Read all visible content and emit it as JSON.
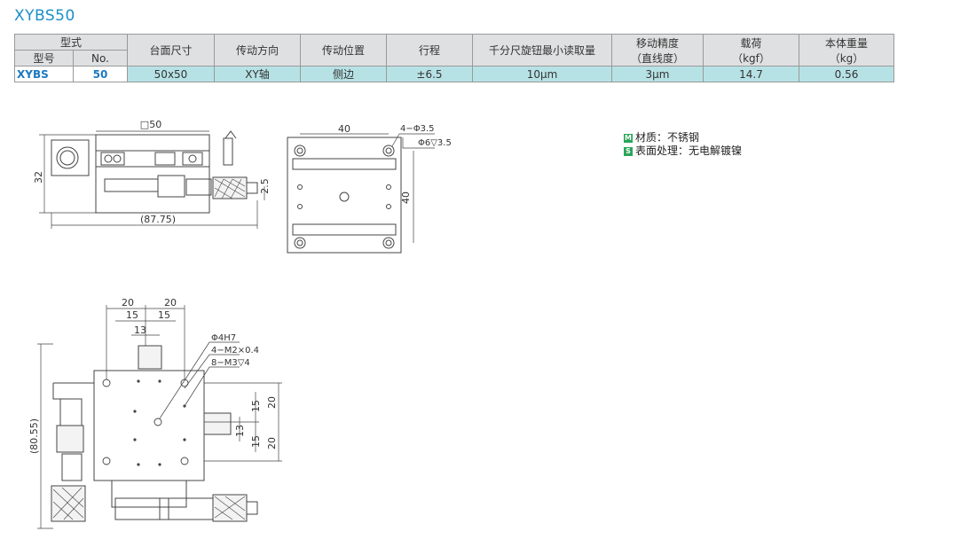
{
  "title": "XYBS50",
  "table": {
    "header": {
      "type_group": "型式",
      "part_number": "型号",
      "no": "No.",
      "columns": [
        "台面尺寸",
        "传动方向",
        "传动位置",
        "行程",
        "千分尺旋钮最小读取量"
      ],
      "accuracy": {
        "line1": "移动精度",
        "line2": "（直线度）"
      },
      "load": {
        "line1": "载荷",
        "line2": "（kgf）"
      },
      "weight": {
        "line1": "本体重量",
        "line2": "（kg）"
      }
    },
    "row": {
      "part_number": "XYBS",
      "no": "50",
      "table_size": "50x50",
      "direction": "XY轴",
      "position": "侧边",
      "stroke": "±6.5",
      "micrometer": "10μm",
      "accuracy": "3μm",
      "load": "14.7",
      "weight": "0.56"
    }
  },
  "notes": {
    "material_badge": "M",
    "material": "材质：不锈钢",
    "surface_badge": "S",
    "surface": "表面处理：无电解镀镍"
  },
  "drawings": {
    "side": {
      "width_label": "□50",
      "height": "32",
      "offset": "2.5",
      "total": "(87.75)"
    },
    "front": {
      "top": "40",
      "side": "40",
      "hole1": "4−Φ3.5",
      "hole2": "Φ6▽3.5"
    },
    "top": {
      "d20a": "20",
      "d20b": "20",
      "d15a": "15",
      "d15b": "15",
      "d13": "13",
      "c1": "Φ4H7",
      "c2": "4−M2×0.4",
      "c3": "8−M3▽4",
      "r15a": "15",
      "r20a": "20",
      "r13": "13",
      "r15b": "15",
      "r20b": "20",
      "total": "(80.55)"
    }
  },
  "colors": {
    "title": "#1a8fc8",
    "data_row": "#b7e2e5",
    "header": "#dfe0e1",
    "badge": "#2aa55a"
  }
}
